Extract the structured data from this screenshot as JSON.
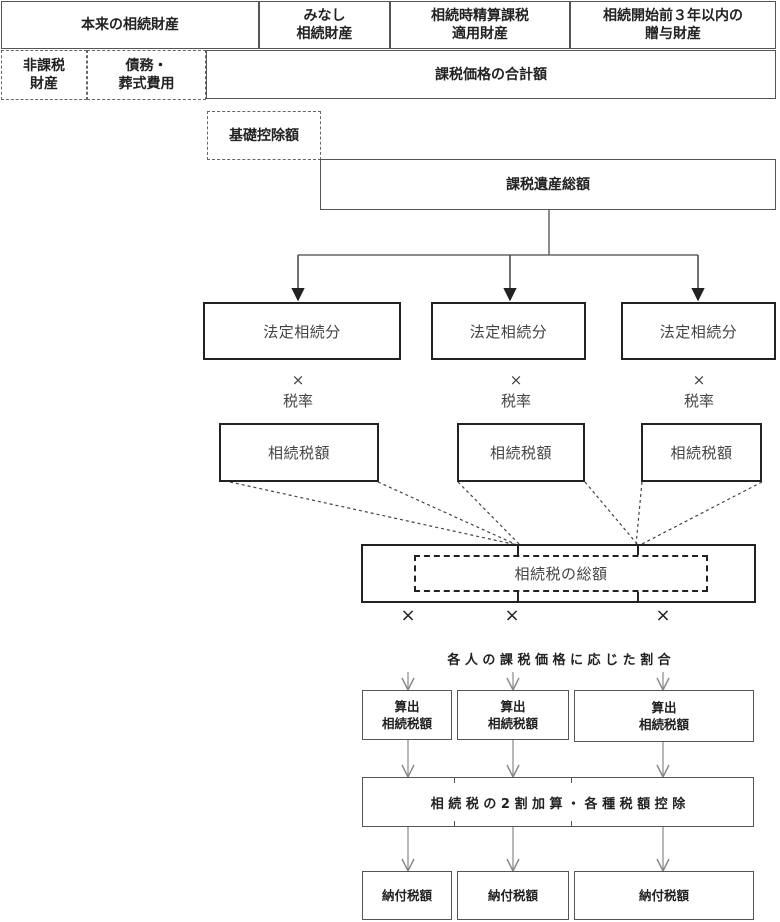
{
  "top_row": {
    "original_assets": "本来の相続財産",
    "deemed_assets": "みなし\n相続財産",
    "settlement_assets": "相続時精算課税\n適用財産",
    "gift_assets": "相続開始前３年以内の\n贈与財産"
  },
  "second_row": {
    "non_taxable": "非課税\n財産",
    "debts_funeral": "債務・\n葬式費用",
    "taxable_total": "課税価格の合計額"
  },
  "basic_deduction": "基礎控除額",
  "taxable_estate_total": "課税遺産総額",
  "legal_shares": [
    "法定相続分",
    "法定相続分",
    "法定相続分"
  ],
  "times_sign": "×",
  "tax_rate": "税率",
  "inheritance_taxes": [
    "相続税額",
    "相続税額",
    "相続税額"
  ],
  "total_inheritance_tax": "相続税の総額",
  "lower_crosses": [
    "×",
    "×",
    "×"
  ],
  "ratio_text": "各 人 の 課 税 価 格 に 応 じ た 割 合",
  "calculated_taxes": [
    "算出\n相続税額",
    "算出\n相続税額",
    "算出\n相続税額"
  ],
  "adjustment_text": "相 続 税 の 2 割 加 算 ・ 各 種 税 額 控 除",
  "payable_taxes": [
    "納付税額",
    "納付税額",
    "納付税額"
  ]
}
